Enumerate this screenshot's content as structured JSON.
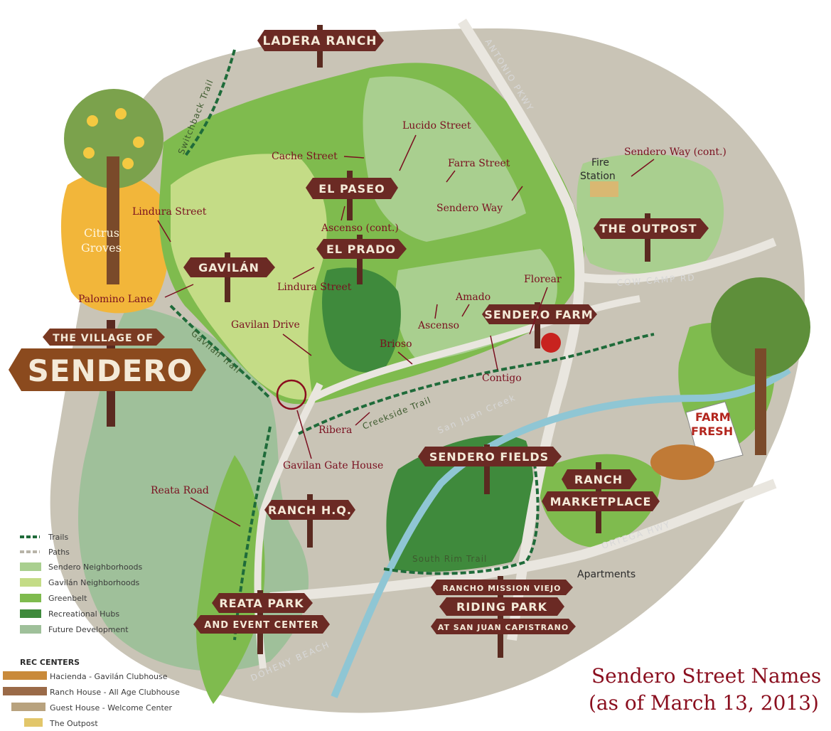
{
  "signs": {
    "ladera_ranch": "LADERA RANCH",
    "el_paseo": "EL PASEO",
    "el_prado": "EL PRADO",
    "gavilan": "GAVILÁN",
    "the_outpost": "THE OUTPOST",
    "sendero_farm": "SENDERO FARM",
    "village_of": "THE VILLAGE OF",
    "sendero": "SENDERO",
    "sendero_fields": "SENDERO FIELDS",
    "ranch": "RANCH",
    "marketplace": "MARKETPLACE",
    "ranch_hq": "RANCH H.Q.",
    "reata_park": "REATA PARK",
    "event_center": "AND EVENT CENTER",
    "rancho_mission_viejo": "RANCHO MISSION VIEJO",
    "riding_park": "RIDING PARK",
    "at_san_juan": "AT SAN JUAN CAPISTRANO"
  },
  "streets": {
    "lucido": "Lucido Street",
    "cache": "Cache Street",
    "farra": "Farra Street",
    "sendero_way_cont": "Sendero Way (cont.)",
    "sendero_way": "Sendero Way",
    "lindura_1": "Lindura Street",
    "ascenso_cont": "Ascenso (cont.)",
    "lindura_2": "Lindura Street",
    "palomino": "Palomino Lane",
    "amado": "Amado",
    "florear": "Florear",
    "ascenso": "Ascenso",
    "gavilan_drive": "Gavilan Drive",
    "brioso": "Brioso",
    "contigo": "Contigo",
    "ribera": "Ribera",
    "gavilan_gate": "Gavilan Gate House",
    "reata_road": "Reata Road"
  },
  "roads": {
    "antonio": "ANTONIO PKWY",
    "cow_camp": "COW CAMP RD",
    "ortega": "ORTEGA HWY",
    "doheny": "DOHENY BEACH",
    "switchback": "Switchback Trail",
    "gavilan_trail": "Gavilan Trail",
    "creekside": "Creekside Trail",
    "san_juan_creek": "San Juan Creek",
    "south_rim": "South Rim Trail"
  },
  "places": {
    "fire_station_1": "Fire",
    "fire_station_2": "Station",
    "citrus_1": "Citrus",
    "citrus_2": "Groves",
    "apartments": "Apartments",
    "farm_1": "FARM",
    "farm_2": "FRESH"
  },
  "legend": {
    "items": [
      {
        "label": "Trails",
        "color": "#1f6b3a"
      },
      {
        "label": "Paths",
        "color": "#b8b4a8"
      },
      {
        "label": "Sendero Neighborhoods",
        "color": "#a9cf8f"
      },
      {
        "label": "Gavilán Neighborhoods",
        "color": "#c4dc86"
      },
      {
        "label": "Greenbelt",
        "color": "#7fbb4e"
      },
      {
        "label": "Recreational Hubs",
        "color": "#3f8a3c"
      },
      {
        "label": "Future Development",
        "color": "#9fc09a"
      }
    ],
    "rec_title": "REC CENTERS",
    "rec_items": [
      "Hacienda - Gavilán Clubhouse",
      "Ranch House - All Age Clubhouse",
      "Guest House - Welcome Center",
      "The Outpost"
    ]
  },
  "caption": {
    "line1": "Sendero Street Names",
    "line2": "(as of March 13, 2013)"
  },
  "colors": {
    "accent": "#7a1020",
    "sign_wood": "#6b2a24"
  }
}
